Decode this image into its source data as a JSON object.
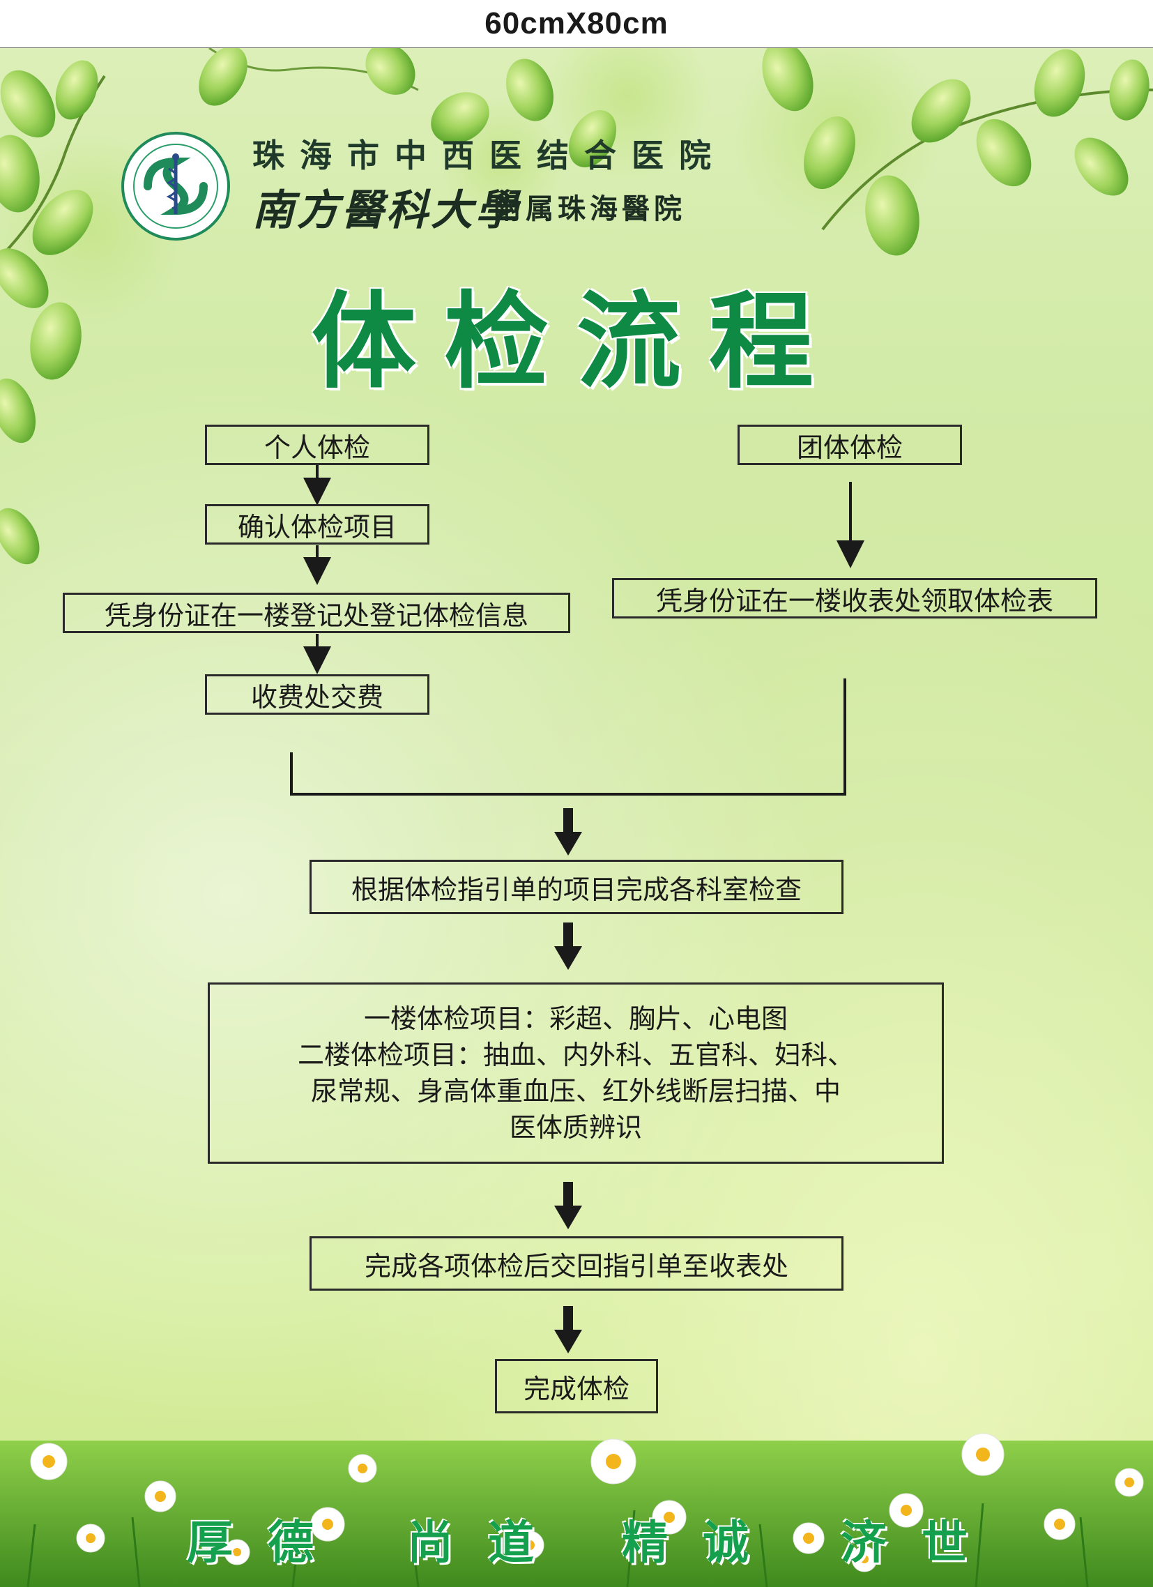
{
  "size_label": "60cmX80cm",
  "header": {
    "hospital_name": "珠海市中西医结合医院",
    "university_name": "南方醫科大學",
    "affiliate_name": "附属珠海醫院"
  },
  "title": "体检流程",
  "flow": {
    "personal": {
      "start": "个人体检",
      "step1": "确认体检项目",
      "step2": "凭身份证在一楼登记处登记体检信息",
      "step3": "收费处交费"
    },
    "group": {
      "start": "团体体检",
      "step1": "凭身份证在一楼收表处领取体检表"
    },
    "merged": {
      "step1": "根据体检指引单的项目完成各科室检查",
      "items_lines": [
        "一楼体检项目：彩超、胸片、心电图",
        "二楼体检项目：抽血、内外科、五官科、妇科、",
        "尿常规、身高体重血压、红外线断层扫描、中",
        "医体质辨识"
      ],
      "step3": "完成各项体检后交回指引单至收表处",
      "end": "完成体检"
    }
  },
  "motto": [
    "厚德",
    "尚道",
    "精诚",
    "济世"
  ],
  "colors": {
    "title_green": "#0f8a45",
    "motto_green": "#15a04e",
    "background_green": "#d3eba8",
    "border_dark": "#2a2a2a"
  }
}
